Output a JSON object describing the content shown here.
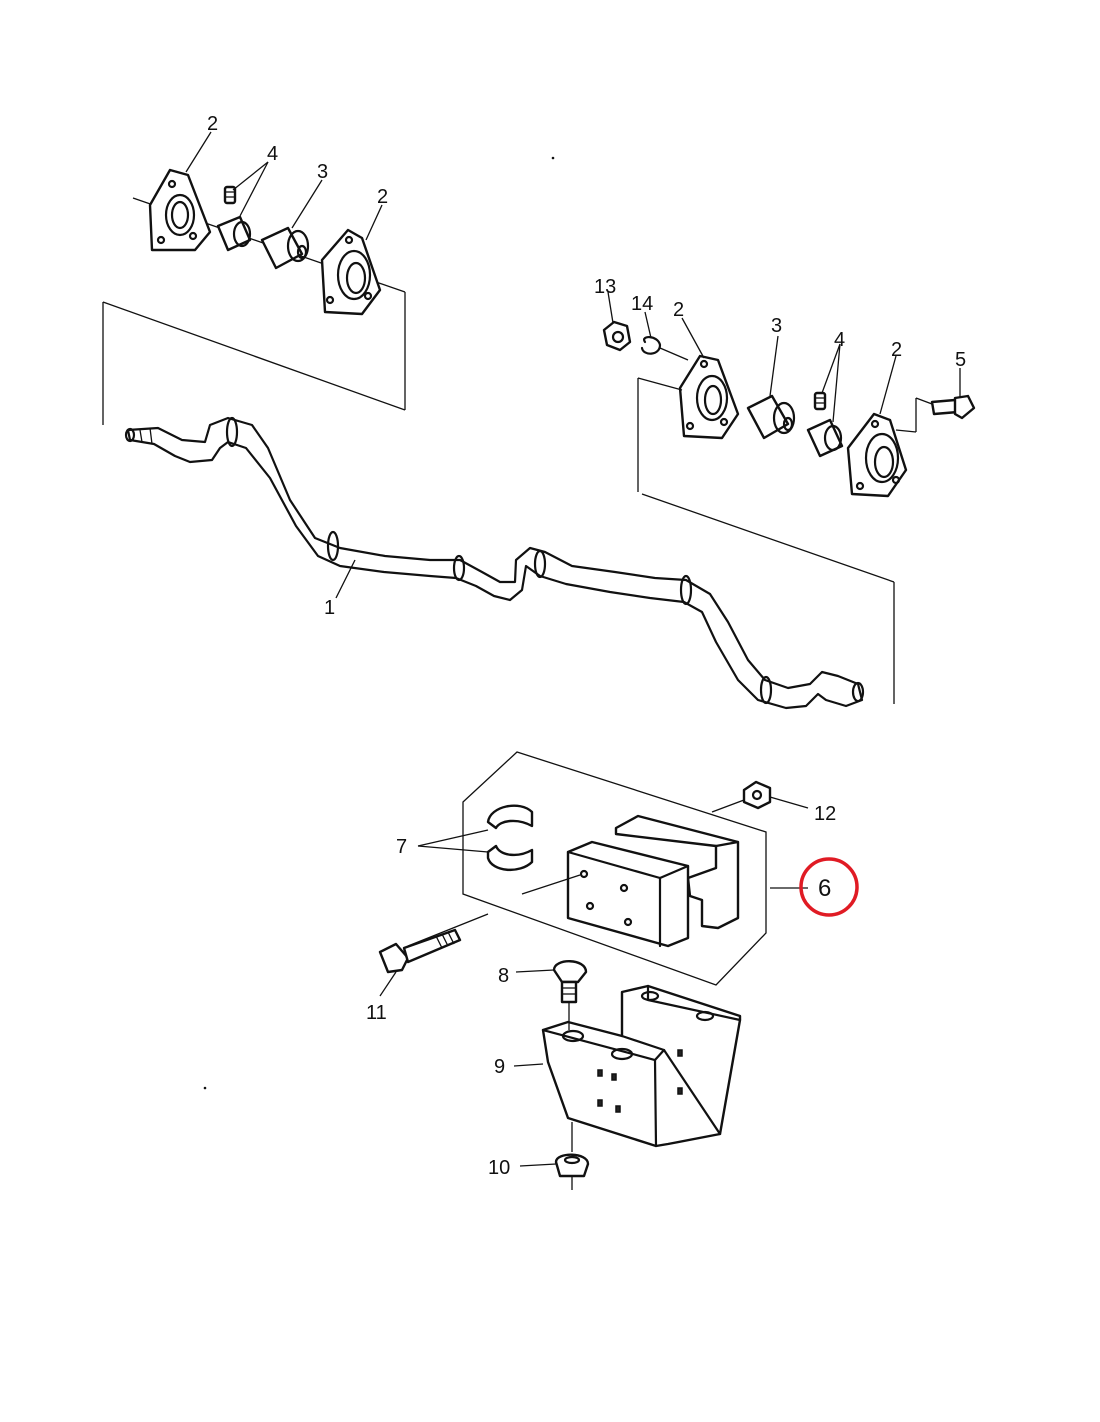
{
  "diagram": {
    "highlight_color": "#e01b24",
    "line_color": "#111111",
    "callouts": {
      "c2a": "2",
      "c4a": "4",
      "c3a": "3",
      "c2b": "2",
      "c13": "13",
      "c14": "14",
      "c2c": "2",
      "c3b": "3",
      "c4b": "4",
      "c2d": "2",
      "c5": "5",
      "c1": "1",
      "c12": "12",
      "c7": "7",
      "c6": "6",
      "c11": "11",
      "c8": "8",
      "c9": "9",
      "c10": "10"
    }
  }
}
